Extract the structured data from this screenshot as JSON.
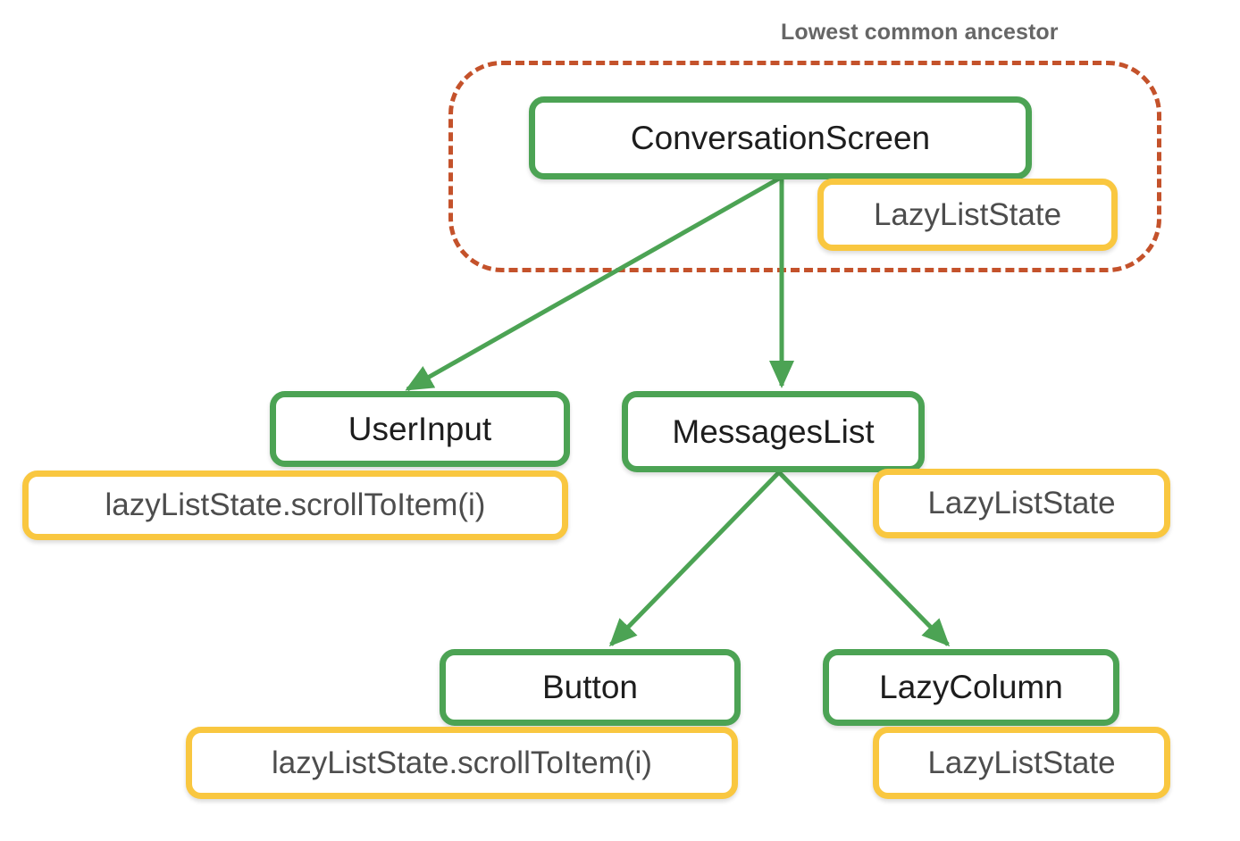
{
  "diagram": {
    "title": "Lowest common ancestor",
    "colors": {
      "composable_border": "#4ca354",
      "state_border": "#f9c740",
      "ancestor_region_border": "#c4522b",
      "edge": "#4ca354",
      "composable_text": "#1d1d1d",
      "state_text": "#4d4d4d",
      "title_text": "#666666",
      "background": "#ffffff"
    },
    "nodes": [
      {
        "id": "conversationscreen",
        "label": "ConversationScreen",
        "type": "composable"
      },
      {
        "id": "userinput",
        "label": "UserInput",
        "type": "composable"
      },
      {
        "id": "messageslist",
        "label": "MessagesList",
        "type": "composable"
      },
      {
        "id": "button",
        "label": "Button",
        "type": "composable"
      },
      {
        "id": "lazycolumn",
        "label": "LazyColumn",
        "type": "composable"
      }
    ],
    "state_badges": [
      {
        "id": "conversationscreen-state",
        "owner": "conversationscreen",
        "label": "LazyListState"
      },
      {
        "id": "userinput-state",
        "owner": "userinput",
        "label": "lazyListState.scrollToItem(i)"
      },
      {
        "id": "messageslist-state",
        "owner": "messageslist",
        "label": "LazyListState"
      },
      {
        "id": "button-state",
        "owner": "button",
        "label": "lazyListState.scrollToItem(i)"
      },
      {
        "id": "lazycolumn-state",
        "owner": "lazycolumn",
        "label": "LazyListState"
      }
    ],
    "edges": [
      {
        "from": "conversationscreen",
        "to": "userinput"
      },
      {
        "from": "conversationscreen",
        "to": "messageslist"
      },
      {
        "from": "messageslist",
        "to": "button"
      },
      {
        "from": "messageslist",
        "to": "lazycolumn"
      }
    ],
    "ancestor_region": {
      "label": "Lowest common ancestor",
      "contains": [
        "conversationscreen",
        "conversationscreen-state"
      ]
    }
  }
}
